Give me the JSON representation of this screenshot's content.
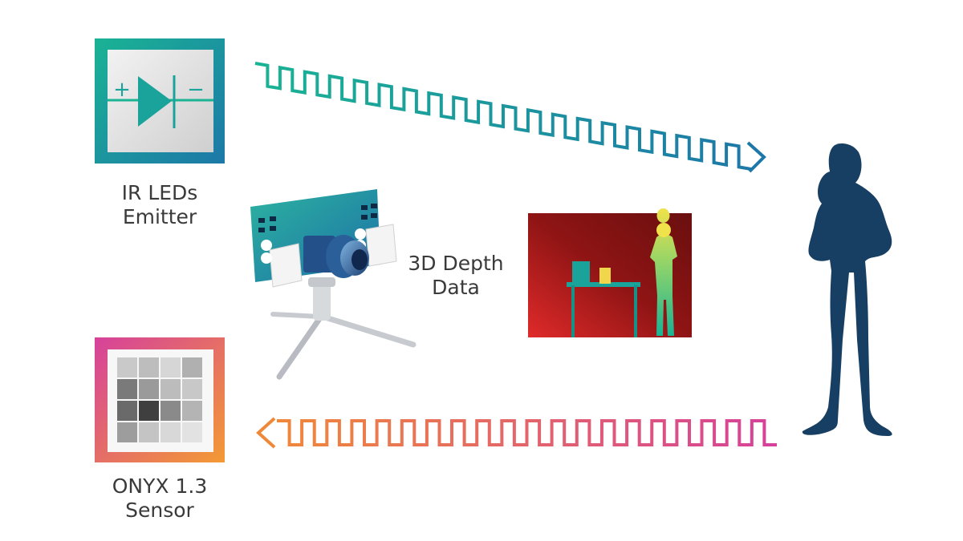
{
  "emitter": {
    "line1": "IR LEDs",
    "line2": "Emitter",
    "plus_sign": "+",
    "minus_sign": "−",
    "icon": "diode-icon"
  },
  "sensor": {
    "line1": "ONYX 1.3",
    "line2": "Sensor",
    "icon": "pixel-grid-icon"
  },
  "camera": {
    "line1": "3D Depth",
    "line2": "Data",
    "icon": "camera-on-tripod-icon"
  },
  "depth_view": {
    "icon": "depth-map-image"
  },
  "subject": {
    "icon": "person-silhouette-icon"
  },
  "colors": {
    "emitter_teal": "#1ab394",
    "emitter_blue": "#1d78a8",
    "sensor_pink": "#d6419b",
    "sensor_orange": "#f0883a",
    "person": "#173f63",
    "depth_red": "#b31a1a"
  }
}
